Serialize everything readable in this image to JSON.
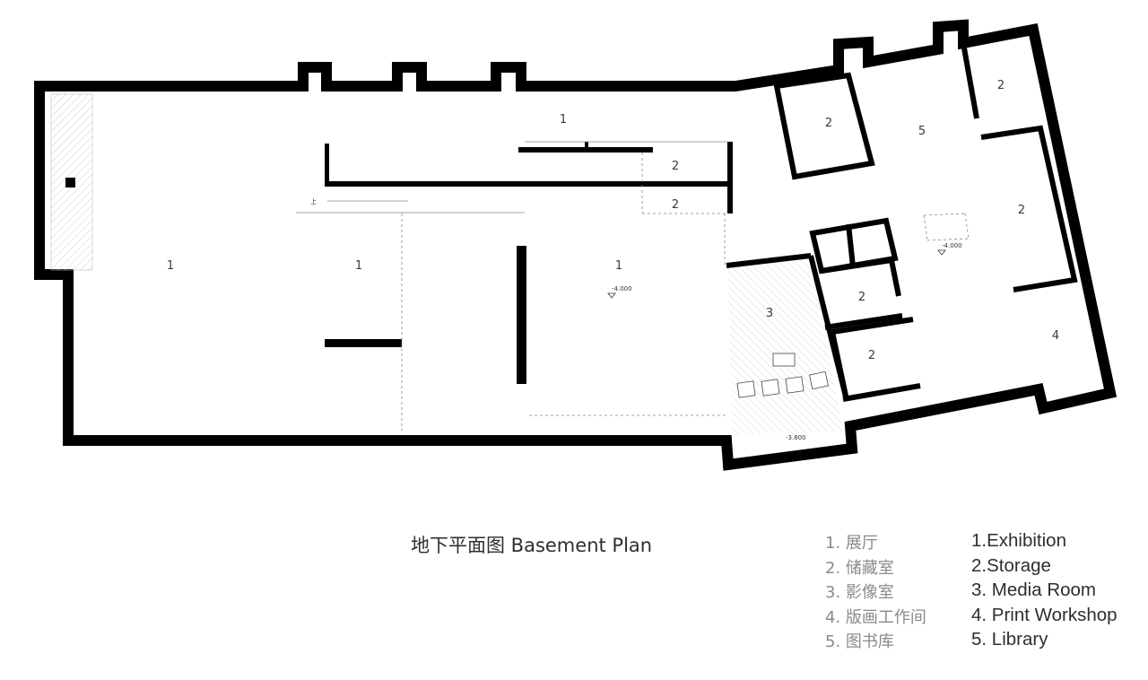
{
  "plan": {
    "title": "地下平面图 Basement Plan",
    "rooms": [
      {
        "number": "1",
        "name": "Exhibition"
      },
      {
        "number": "1",
        "name": "Exhibition"
      },
      {
        "number": "1",
        "name": "Exhibition"
      },
      {
        "number": "1",
        "name": "Exhibition"
      },
      {
        "number": "2",
        "name": "Storage"
      },
      {
        "number": "2",
        "name": "Storage"
      },
      {
        "number": "2",
        "name": "Storage"
      },
      {
        "number": "5",
        "name": "Library"
      },
      {
        "number": "2",
        "name": "Storage"
      },
      {
        "number": "2",
        "name": "Storage"
      },
      {
        "number": "2",
        "name": "Storage"
      },
      {
        "number": "2",
        "name": "Storage"
      },
      {
        "number": "3",
        "name": "Media Room"
      },
      {
        "number": "4",
        "name": "Print Workshop"
      }
    ],
    "levels": {
      "exhibition": "-4.000",
      "library": "-4.000",
      "media": "-3.800"
    },
    "stair_mark": "上"
  },
  "legend": {
    "cn": [
      "1. 展厅",
      "2. 储藏室",
      "3. 影像室",
      "4. 版画工作间",
      "5. 图书库"
    ],
    "en": [
      "1.Exhibition",
      "2.Storage",
      "3. Media Room",
      "4. Print Workshop",
      "5. Library"
    ]
  },
  "colors": {
    "wall": "#000000",
    "hatch": "#cfcfcf",
    "thin_line": "#777777",
    "text": "#2e2e2e",
    "legend_cn": "#8a8a8a"
  }
}
